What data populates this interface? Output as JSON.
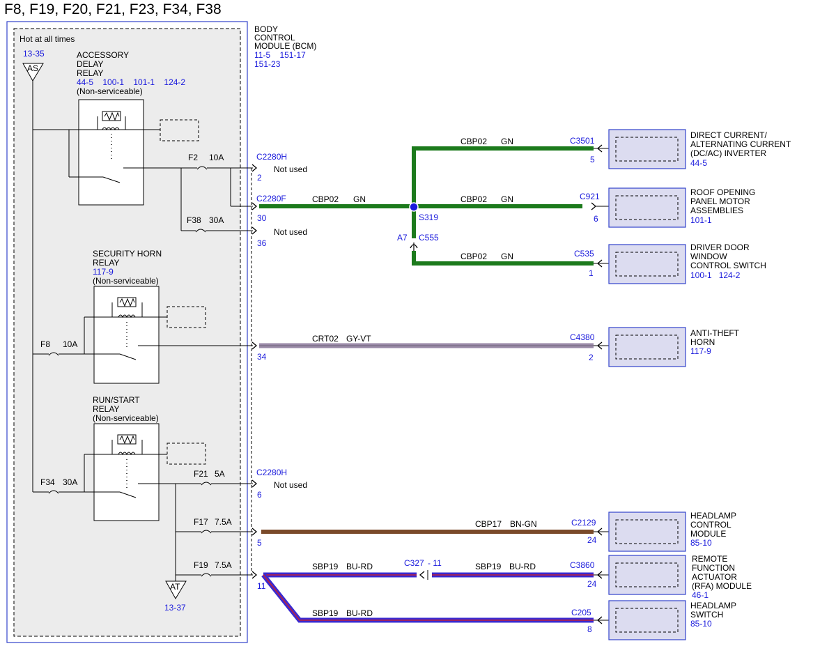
{
  "title": "F8, F19, F20, F21, F23, F34, F38",
  "bcm": {
    "label": [
      "BODY",
      "CONTROL",
      "MODULE (BCM)"
    ],
    "refs": [
      "11-5    151-17",
      "151-23"
    ]
  },
  "hot_label": "Hot at all times",
  "power": {
    "top_ref": "13-35",
    "top_tag": "AS",
    "bottom_tag": "AT",
    "bottom_ref": "13-37"
  },
  "relays": {
    "accessory": {
      "lines": [
        "ACCESSORY",
        "DELAY",
        "RELAY"
      ],
      "refs": "44-5    100-1    101-1    124-2",
      "note": "(Non-serviceable)"
    },
    "security": {
      "lines": [
        "SECURITY HORN",
        "RELAY"
      ],
      "refs": "117-9",
      "note": "(Non-serviceable)"
    },
    "runstart": {
      "lines": [
        "RUN/START",
        "RELAY"
      ],
      "note": "(Non-serviceable)"
    }
  },
  "fuses": {
    "f2": {
      "name": "F2",
      "rating": "10A"
    },
    "f38": {
      "name": "F38",
      "rating": "30A"
    },
    "f8": {
      "name": "F8",
      "rating": "10A"
    },
    "f34": {
      "name": "F34",
      "rating": "30A"
    },
    "f21": {
      "name": "F21",
      "rating": "5A"
    },
    "f17": {
      "name": "F17",
      "rating": "7.5A"
    },
    "f19": {
      "name": "F19",
      "rating": "7.5A"
    }
  },
  "pins": {
    "c2280h_top": {
      "connector": "C2280H",
      "pin": "2",
      "note": "Not used"
    },
    "c2280f": {
      "connector": "C2280F",
      "pin": "30"
    },
    "p36": {
      "pin": "36",
      "note": "Not used"
    },
    "p34": {
      "pin": "34"
    },
    "c2280h_mid": {
      "connector": "C2280H",
      "pin": "6",
      "note": "Not used"
    },
    "p5": {
      "pin": "5"
    },
    "p11": {
      "pin": "11"
    }
  },
  "splice": {
    "name": "S319",
    "a7": "A7",
    "c555": "C555"
  },
  "inline": {
    "connector": "C327",
    "pin": "- 11"
  },
  "wires": {
    "w1": {
      "circuit": "CBP02",
      "color": "GN"
    },
    "w2": {
      "circuit": "CBP02",
      "color": "GN"
    },
    "w3": {
      "circuit": "CBP02",
      "color": "GN"
    },
    "w4": {
      "circuit": "CBP02",
      "color": "GN"
    },
    "w5": {
      "circuit": "CRT02",
      "color": "GY-VT"
    },
    "w6": {
      "circuit": "CBP17",
      "color": "BN-GN"
    },
    "w7": {
      "circuit": "SBP19",
      "color": "BU-RD"
    },
    "w8": {
      "circuit": "SBP19",
      "color": "BU-RD"
    },
    "w9": {
      "circuit": "SBP19",
      "color": "BU-RD"
    }
  },
  "wire_colors": {
    "green": "#1c7a1c",
    "grayviolet": "#9a8aa8",
    "brown": "#7a4a2a",
    "blue": "#3a2ad0",
    "red": "#c0203a",
    "accent_blue": "#1a1adc"
  },
  "components": {
    "dcac": {
      "connector": "C3501",
      "pin": "5",
      "lines": [
        "DIRECT CURRENT/",
        "ALTERNATING CURRENT",
        "(DC/AC) INVERTER"
      ],
      "ref": "44-5"
    },
    "roof": {
      "connector": "C921",
      "pin": "6",
      "lines": [
        "ROOF OPENING",
        "PANEL MOTOR",
        "ASSEMBLIES"
      ],
      "ref": "101-1"
    },
    "door": {
      "connector": "C535",
      "pin": "1",
      "lines": [
        "DRIVER DOOR",
        "WINDOW",
        "CONTROL SWITCH"
      ],
      "ref": "100-1   124-2"
    },
    "horn": {
      "connector": "C4380",
      "pin": "2",
      "lines": [
        "ANTI-THEFT",
        "HORN"
      ],
      "ref": "117-9"
    },
    "headlamp_module": {
      "connector": "C2129",
      "pin": "24",
      "lines": [
        "HEADLAMP",
        "CONTROL",
        "MODULE"
      ],
      "ref": "85-10"
    },
    "rfa": {
      "connector": "C3860",
      "pin": "24",
      "lines": [
        "REMOTE",
        "FUNCTION",
        "ACTUATOR",
        "(RFA) MODULE"
      ],
      "ref": "46-1"
    },
    "headlamp_switch": {
      "connector": "C205",
      "pin": "8",
      "lines": [
        "HEADLAMP",
        "SWITCH"
      ],
      "ref": "85-10"
    }
  }
}
